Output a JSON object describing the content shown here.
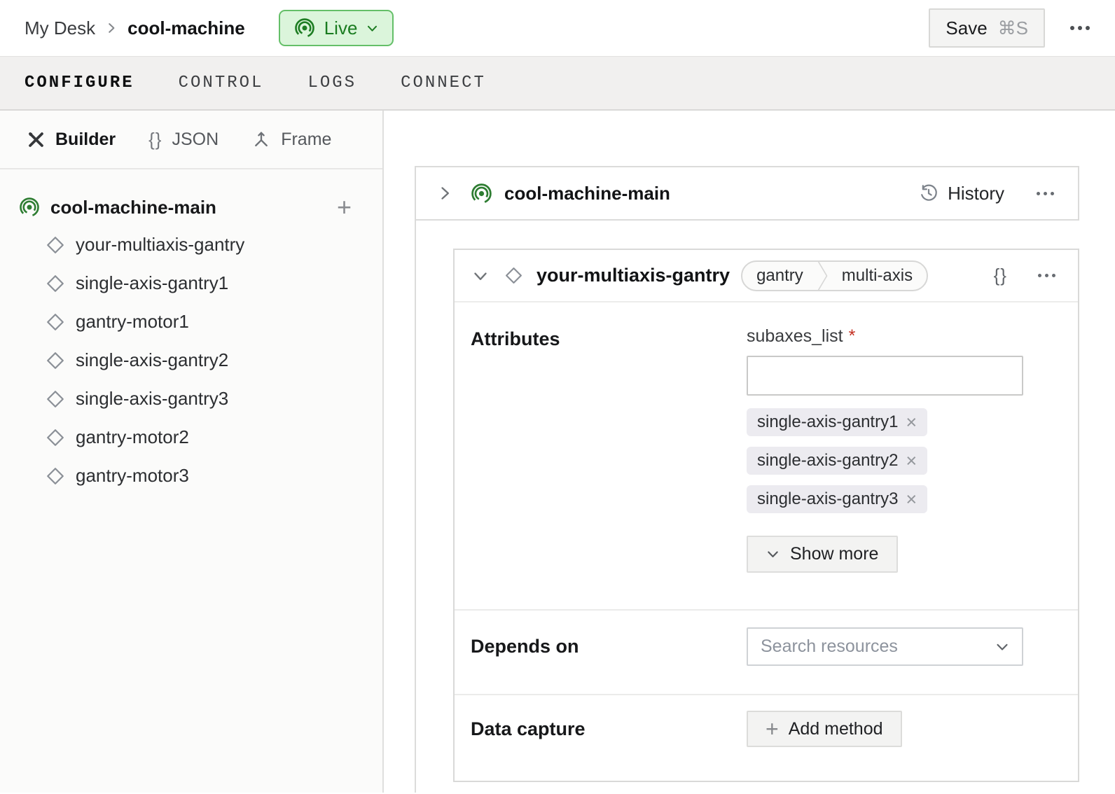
{
  "header": {
    "breadcrumb": {
      "parent": "My Desk",
      "current": "cool-machine"
    },
    "live_button": {
      "label": "Live"
    },
    "save_button": {
      "label": "Save",
      "shortcut": "⌘S"
    }
  },
  "nav": {
    "tabs": [
      {
        "label": "CONFIGURE",
        "active": true
      },
      {
        "label": "CONTROL",
        "active": false
      },
      {
        "label": "LOGS",
        "active": false
      },
      {
        "label": "CONNECT",
        "active": false
      }
    ]
  },
  "sidebar": {
    "view_tabs": [
      {
        "label": "Builder",
        "icon": "tools-icon",
        "active": true
      },
      {
        "label": "JSON",
        "icon": "braces-icon",
        "active": false
      },
      {
        "label": "Frame",
        "icon": "frame-axes-icon",
        "active": false
      }
    ],
    "tree": {
      "root": {
        "label": "cool-machine-main",
        "icon": "machine-live-icon"
      },
      "children": [
        "your-multiaxis-gantry",
        "single-axis-gantry1",
        "gantry-motor1",
        "single-axis-gantry2",
        "single-axis-gantry3",
        "gantry-motor2",
        "gantry-motor3"
      ]
    }
  },
  "main": {
    "part_header": {
      "title": "cool-machine-main",
      "history_label": "History"
    },
    "resource_card": {
      "title": "your-multiaxis-gantry",
      "tags": [
        "gantry",
        "multi-axis"
      ],
      "attributes": {
        "label": "Attributes",
        "field_label": "subaxes_list",
        "required_marker": "*",
        "input_value": "",
        "chips": [
          "single-axis-gantry1",
          "single-axis-gantry2",
          "single-axis-gantry3"
        ],
        "show_more_label": "Show more"
      },
      "depends_on": {
        "label": "Depends on",
        "placeholder": "Search resources"
      },
      "data_capture": {
        "label": "Data capture",
        "add_button_label": "Add method"
      }
    }
  },
  "icons": {
    "braces": "{}",
    "close": "×",
    "plus": "+"
  },
  "colors": {
    "live_bg": "#dbf5db",
    "live_border": "#64bf68",
    "live_text": "#1a7c20",
    "machine_icon_green": "#2e7d32",
    "required_red": "#c42f21",
    "chip_bg": "#ecebf0",
    "tabbar_bg": "#f1f0ef",
    "card_border": "#d9d9d8"
  }
}
